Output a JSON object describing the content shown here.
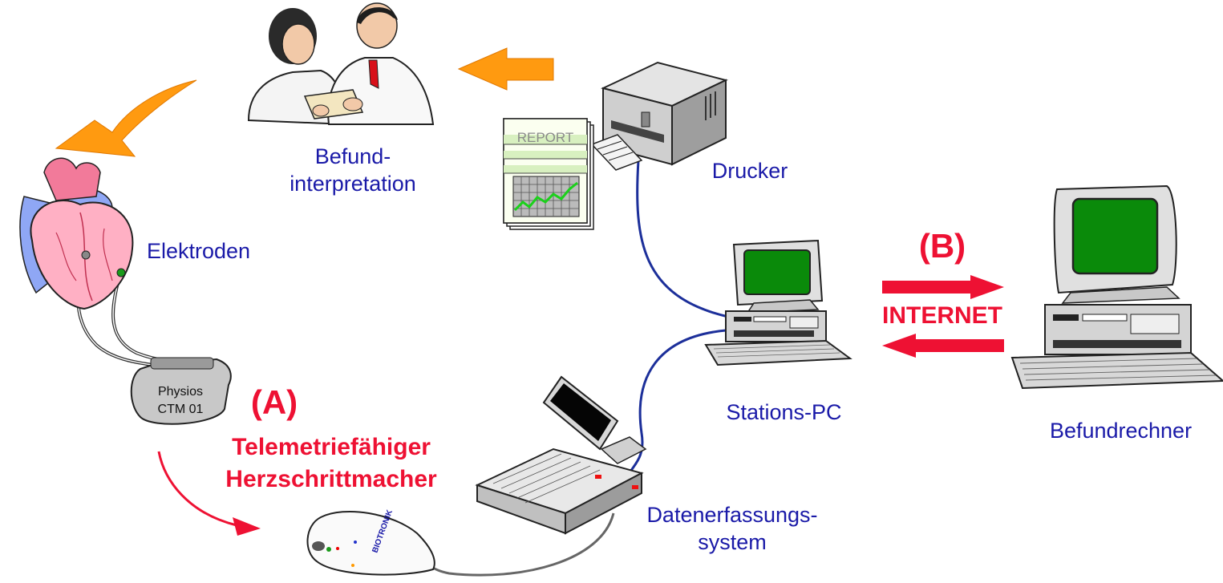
{
  "labels": {
    "befund_line1": "Befund-",
    "befund_line2": "interpretation",
    "drucker": "Drucker",
    "elektroden": "Elektroden",
    "stations_pc": "Stations-PC",
    "befundrechner": "Befundrechner",
    "datenerfassung_line1": "Datenerfassungs-",
    "datenerfassung_line2": "system",
    "marker_a": "(A)",
    "marker_b": "(B)",
    "internet": "INTERNET",
    "pacemaker_line1": "Telemetriefähiger",
    "pacemaker_line2": "Herzschrittmacher"
  },
  "device": {
    "pacemaker_line1": "Physios",
    "pacemaker_line2": "CTM 01",
    "report_text": "REPORT",
    "programmer_brand": "BIOTRONIK"
  },
  "colors": {
    "label_blue": "#1a1aa8",
    "accent_red": "#ee1133",
    "arrow_orange": "#ff9a10",
    "cable_blue": "#1c2f9a",
    "screen_green": "#0a8a0a"
  }
}
